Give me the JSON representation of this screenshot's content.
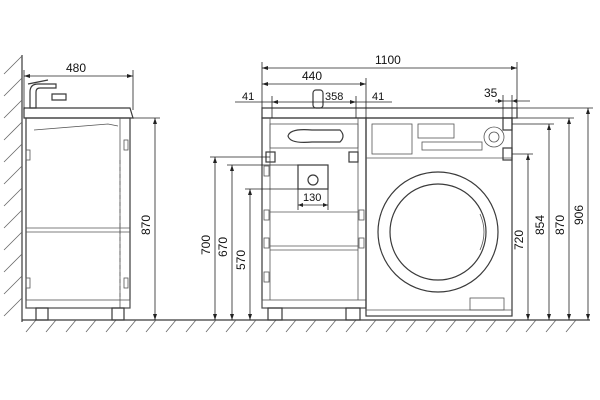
{
  "side_view": {
    "depth": "480",
    "height": "870"
  },
  "front_view": {
    "total_width": "1100",
    "cabinet_width": "440",
    "offset_left": "41",
    "inner_width": "358",
    "offset_right": "41",
    "drain_width": "130",
    "height_700": "700",
    "height_670": "670",
    "height_570": "570"
  },
  "right_side": {
    "width_35": "35",
    "height_720": "720",
    "height_854": "854",
    "height_870": "870",
    "height_906": "906"
  }
}
